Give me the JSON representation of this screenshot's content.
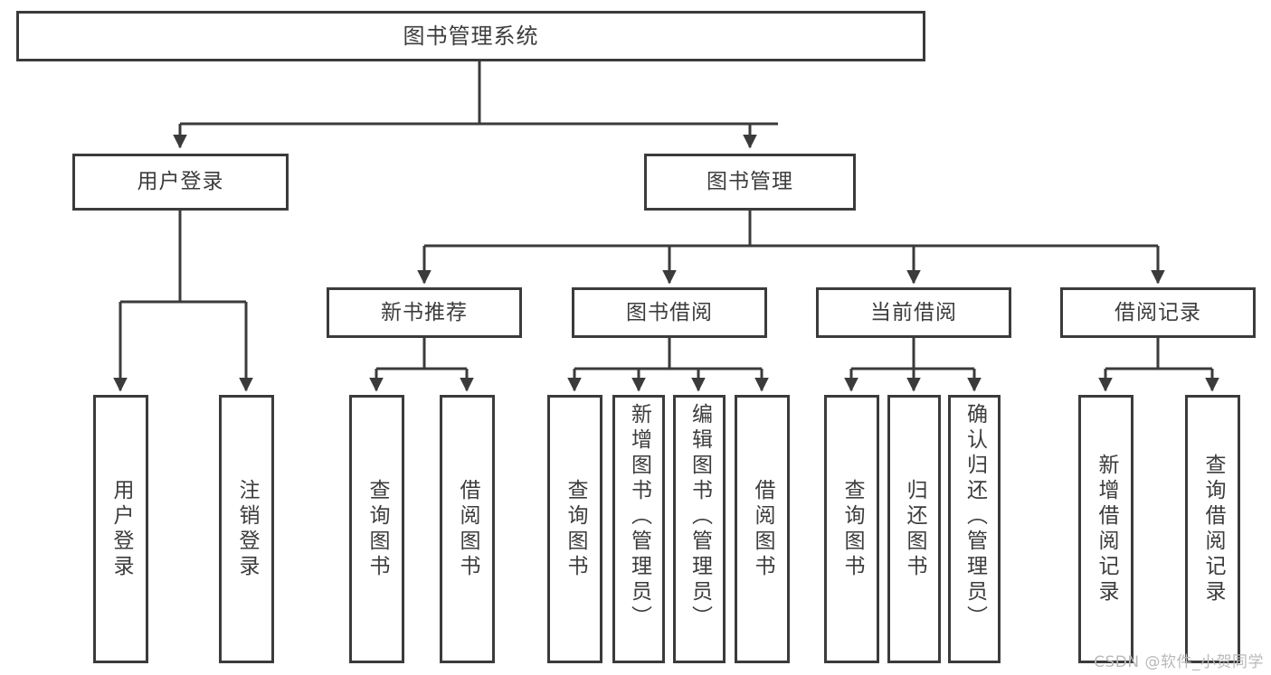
{
  "diagram": {
    "title": "图书管理系统",
    "type": "hierarchy-tree",
    "watermark": "CSDN @软件_小贺同学",
    "colors": {
      "box_border": "#3b3b3b",
      "text": "#3c3c3c",
      "edge": "#3b3b3b",
      "background": "#ffffff",
      "watermark": "#b9b9b9"
    },
    "root": {
      "label": "图书管理系统"
    },
    "level1": [
      {
        "label": "用户登录"
      },
      {
        "label": "图书管理"
      }
    ],
    "level2": [
      {
        "label": "新书推荐"
      },
      {
        "label": "图书借阅"
      },
      {
        "label": "当前借阅"
      },
      {
        "label": "借阅记录"
      }
    ],
    "leaves": {
      "user_login": [
        {
          "label": "用户登录"
        },
        {
          "label": "注销登录"
        }
      ],
      "new_book_recommend": [
        {
          "label": "查询图书"
        },
        {
          "label": "借阅图书"
        }
      ],
      "book_borrow": [
        {
          "label": "查询图书"
        },
        {
          "label": "新增图书（管理员）"
        },
        {
          "label": "编辑图书（管理员）"
        },
        {
          "label": "借阅图书"
        }
      ],
      "current_borrow": [
        {
          "label": "查询图书"
        },
        {
          "label": "归还图书"
        },
        {
          "label": "确认归还（管理员）"
        }
      ],
      "borrow_record": [
        {
          "label": "新增借阅记录"
        },
        {
          "label": "查询借阅记录"
        }
      ]
    }
  }
}
